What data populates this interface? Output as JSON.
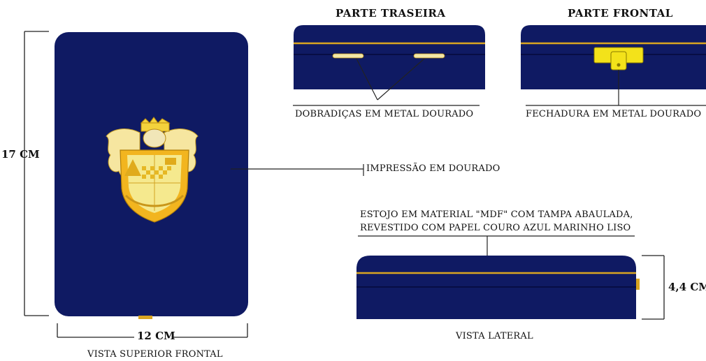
{
  "colors": {
    "navy": "#0f1a63",
    "gold": "#d9a521",
    "yellow": "#f3e21a",
    "line": "#222222"
  },
  "top_view": {
    "height_label": "17 CM",
    "width_label": "12 CM",
    "caption": "VISTA SUPERIOR FRONTAL",
    "emblem_icon": "coat-of-arms-icon"
  },
  "back_view": {
    "title": "PARTE TRASEIRA",
    "callout": "DOBRADIÇAS EM METAL DOURADO"
  },
  "front_view": {
    "title": "PARTE FRONTAL",
    "callout": "FECHADURA EM METAL DOURADO"
  },
  "print_callout": "IMPRESSÃO EM DOURADO",
  "material_note": {
    "line1": "ESTOJO EM MATERIAL \"MDF\" COM TAMPA ABAULADA,",
    "line2": "REVESTIDO COM PAPEL COURO AZUL MARINHO LISO"
  },
  "side_view": {
    "height_label": "4,4 CM",
    "caption": "VISTA LATERAL"
  }
}
